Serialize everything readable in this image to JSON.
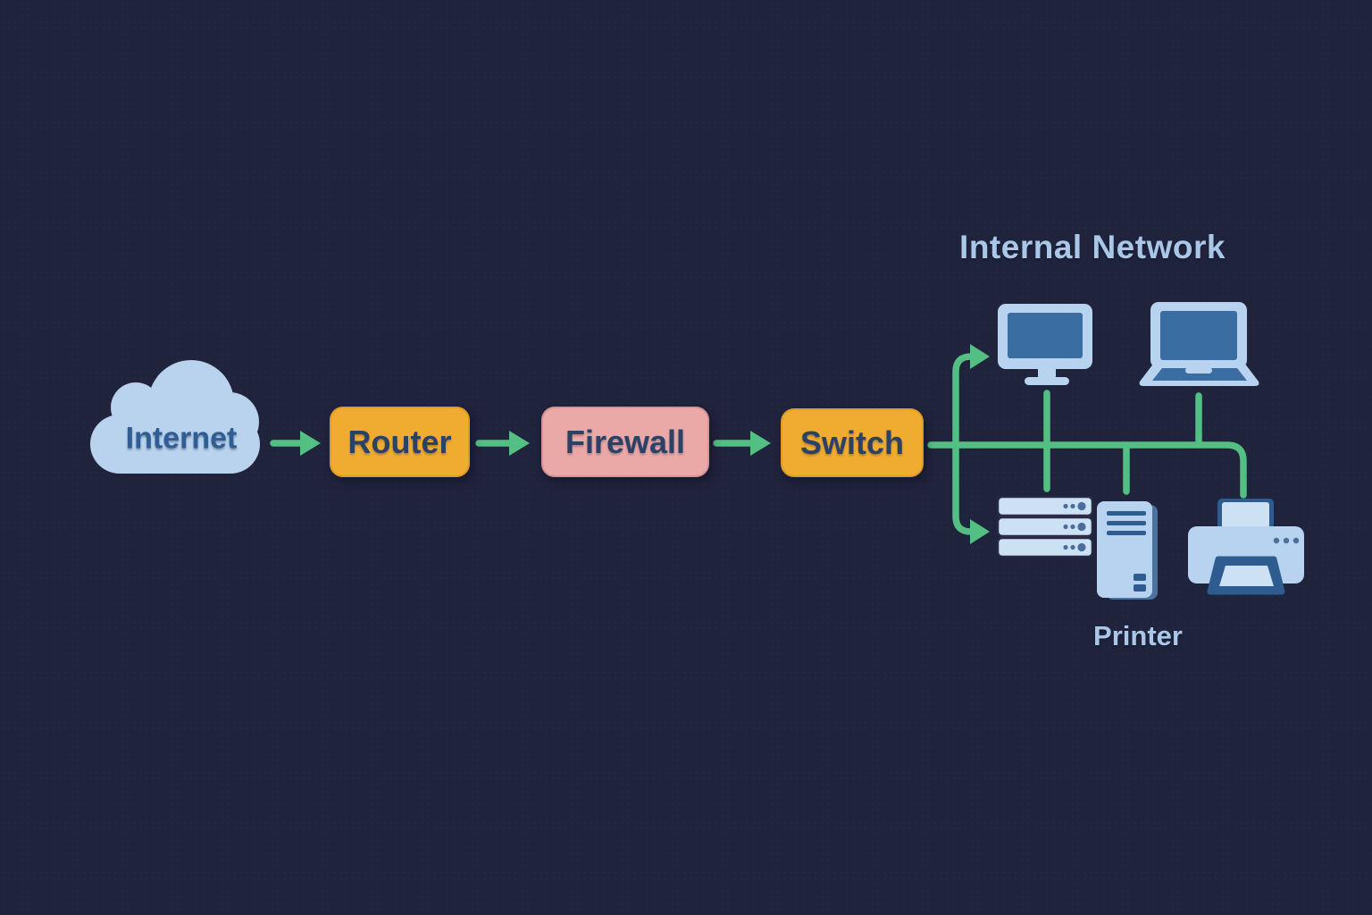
{
  "colors": {
    "background": "#20233c",
    "connector_green": "#54bf82",
    "node_orange": "#f0ac31",
    "node_orange_border": "#dd9c24",
    "node_pink": "#eaa8a7",
    "node_pink_border": "#d69392",
    "node_text": "#2c4166",
    "cloud_fill": "#b9d3ee",
    "cloud_text": "#2f5e96",
    "heading_text": "#a9c7e7",
    "device_light": "#b7d3ef",
    "device_lighter": "#cde1f4",
    "device_screen": "#3a6da2",
    "device_dark_detail": "#2e5c90",
    "device_shadow": "#4a739f",
    "device_outline": "#262a47",
    "server_separator": "#7a3b36",
    "server_dot": "#4a6d99"
  },
  "diagram": {
    "internet_cloud": {
      "label": "Internet"
    },
    "flow_nodes": [
      {
        "id": "router",
        "label": "Router"
      },
      {
        "id": "firewall",
        "label": "Firewall"
      },
      {
        "id": "switch",
        "label": "Switch"
      }
    ],
    "internal_network": {
      "title": "Internal Network",
      "printer_label": "Printer",
      "devices": [
        {
          "id": "desktop-monitor"
        },
        {
          "id": "laptop"
        },
        {
          "id": "server-stack"
        },
        {
          "id": "tower-pc"
        },
        {
          "id": "printer"
        }
      ]
    }
  }
}
